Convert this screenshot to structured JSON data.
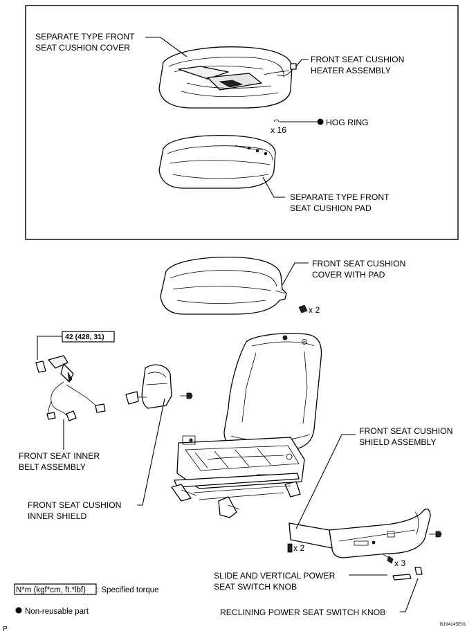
{
  "parts": {
    "cushion_cover": [
      "SEPARATE TYPE FRONT",
      "SEAT CUSHION COVER"
    ],
    "heater_assembly": [
      "FRONT SEAT CUSHION",
      "HEATER ASSEMBLY"
    ],
    "hog_ring": "HOG RING",
    "hog_ring_qty": "x 16",
    "cushion_pad": [
      "SEPARATE TYPE FRONT",
      "SEAT CUSHION PAD"
    ],
    "cover_with_pad": [
      "FRONT SEAT CUSHION",
      "COVER WITH PAD"
    ],
    "cover_with_pad_qty": "x 2",
    "torque_value": "42 (428, 31)",
    "inner_belt": [
      "FRONT SEAT INNER",
      "BELT ASSEMBLY"
    ],
    "inner_shield": [
      "FRONT SEAT CUSHION",
      "INNER SHIELD"
    ],
    "shield_assembly": [
      "FRONT SEAT CUSHION",
      "SHIELD ASSEMBLY"
    ],
    "shield_qty_left": "x 2",
    "shield_qty_bottom": "x 3",
    "slide_knob": [
      "SLIDE AND VERTICAL POWER",
      "SEAT SWITCH KNOB"
    ],
    "reclining_knob": "RECLINING POWER SEAT SWITCH KNOB"
  },
  "legend": {
    "torque_units": "N*m (kgf*cm, ft.*lbf)",
    "torque_text": ": Specified torque",
    "nonreusable_text": "Non-reusable part"
  },
  "footer": {
    "corner_left": "P",
    "figure_id": "B194145E01"
  },
  "colors": {
    "ink": "#000000",
    "background": "#ffffff"
  }
}
